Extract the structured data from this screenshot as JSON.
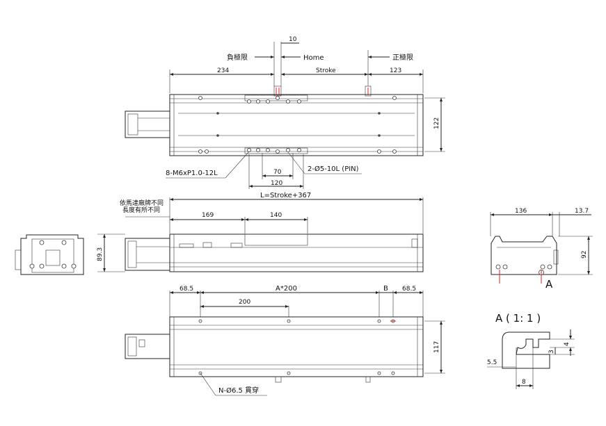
{
  "top_view": {
    "dim_10": "10",
    "neg_limit": "負極限",
    "home": "Home",
    "pos_limit": "正極限",
    "dim_234": "234",
    "stroke": "Stroke",
    "dim_123": "123",
    "dim_122": "122",
    "screw_note": "8-M6xP1.0-12L",
    "pin_note": "2-Ø5-10L (PIN)",
    "dim_70": "70",
    "dim_120": "120"
  },
  "side_view": {
    "length": "L=Stroke+367",
    "motor_note_1": "依馬達廠牌不同",
    "motor_note_2": "長度有所不同",
    "dim_169": "169",
    "dim_140": "140",
    "dim_89_3": "89.3"
  },
  "end_view": {
    "dim_136": "136",
    "dim_13_7": "13.7",
    "dim_92": "92",
    "label_a": "A"
  },
  "bottom_view": {
    "dim_68_5_left": "68.5",
    "pitch": "A*200",
    "label_b": "B",
    "dim_68_5_right": "68.5",
    "dim_200": "200",
    "dim_117": "117",
    "hole_note": "N-Ø6.5 貫穿"
  },
  "detail": {
    "title": "A ( 1: 1 )",
    "dim_4": "4",
    "dim_3": "3",
    "dim_5_5": "5.5",
    "dim_8": "8"
  }
}
